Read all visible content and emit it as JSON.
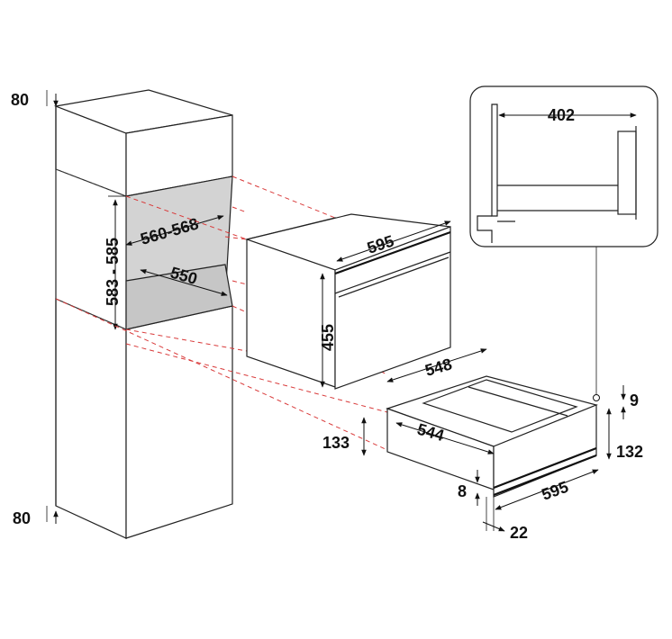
{
  "colors": {
    "cavity": "#d3d3d3",
    "projection_dashes": "#d93a3a",
    "lines": "#222222"
  },
  "icons": [
    "arrow-icon",
    "connector-dot-icon"
  ],
  "labels": {
    "cabinet_top_clearance": "80",
    "cabinet_bottom_clearance": "80",
    "niche_height": "583 - 585",
    "niche_width": "560-568",
    "niche_depth": "550",
    "oven_width": "595",
    "oven_height": "455",
    "drawer_depth": "548",
    "drawer_inner_width": "544",
    "drawer_niche_height": "133",
    "drawer_top_gap": "9",
    "drawer_front_height": "132",
    "drawer_bottom_gap": "8",
    "drawer_width": "595",
    "drawer_front_offset": "22",
    "detail_depth": "402"
  }
}
